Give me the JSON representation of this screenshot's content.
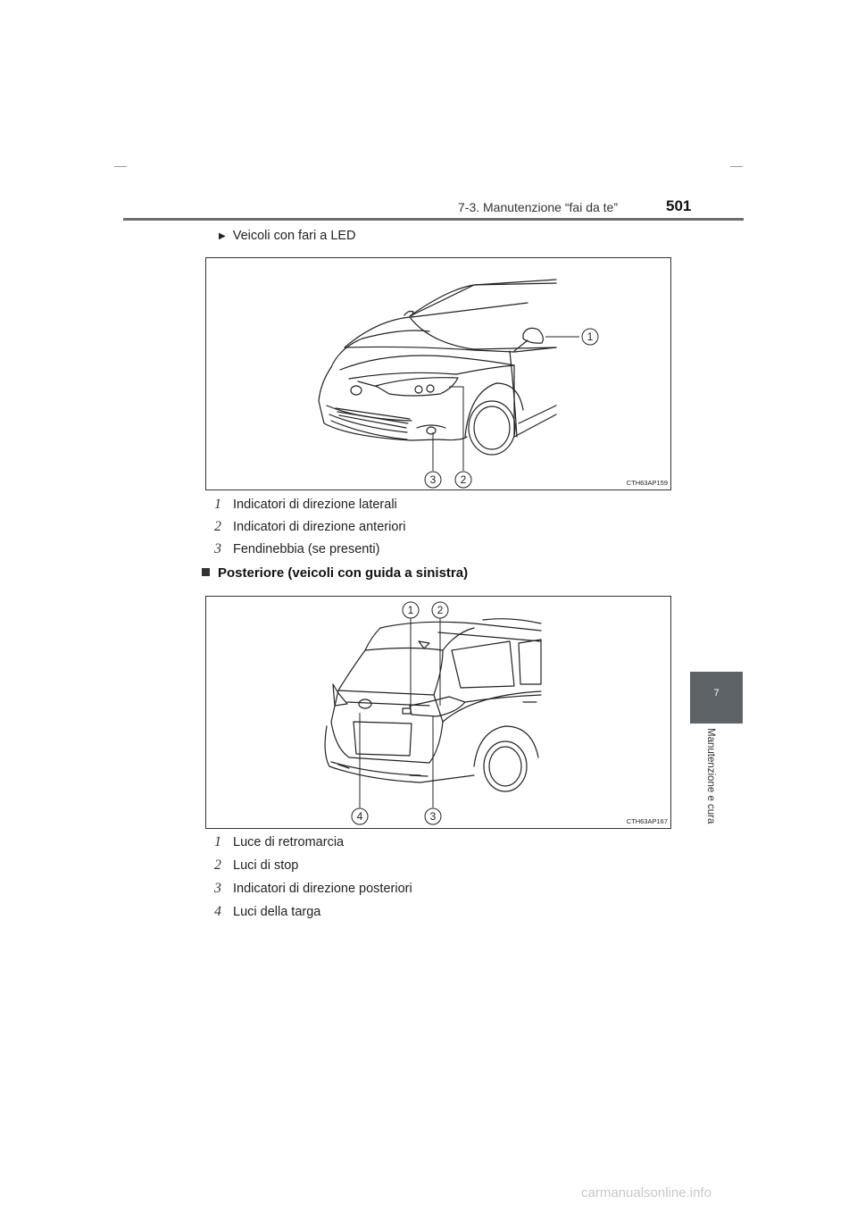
{
  "header": {
    "section": "7-3. Manutenzione “fai da te”",
    "page_number": "501"
  },
  "side_tab": {
    "number": "7",
    "label": "Manutenzione e cura"
  },
  "front_section": {
    "subheading": "Veicoli con fari a LED",
    "figure": {
      "code": "CTH63AP159",
      "callouts": [
        "1",
        "2",
        "3"
      ]
    },
    "items": [
      {
        "num": "1",
        "label": "Indicatori di direzione laterali"
      },
      {
        "num": "2",
        "label": "Indicatori di direzione anteriori"
      },
      {
        "num": "3",
        "label": "Fendinebbia (se presenti)"
      }
    ]
  },
  "rear_section": {
    "heading": "Posteriore (veicoli con guida a sinistra)",
    "figure": {
      "code": "CTH63AP167",
      "callouts": [
        "1",
        "2",
        "3",
        "4"
      ]
    },
    "items": [
      {
        "num": "1",
        "label": "Luce di retromarcia"
      },
      {
        "num": "2",
        "label": "Luci di stop"
      },
      {
        "num": "3",
        "label": "Indicatori di direzione posteriori"
      },
      {
        "num": "4",
        "label": "Luci della targa"
      }
    ]
  },
  "watermark": "carmanualsonline.info"
}
